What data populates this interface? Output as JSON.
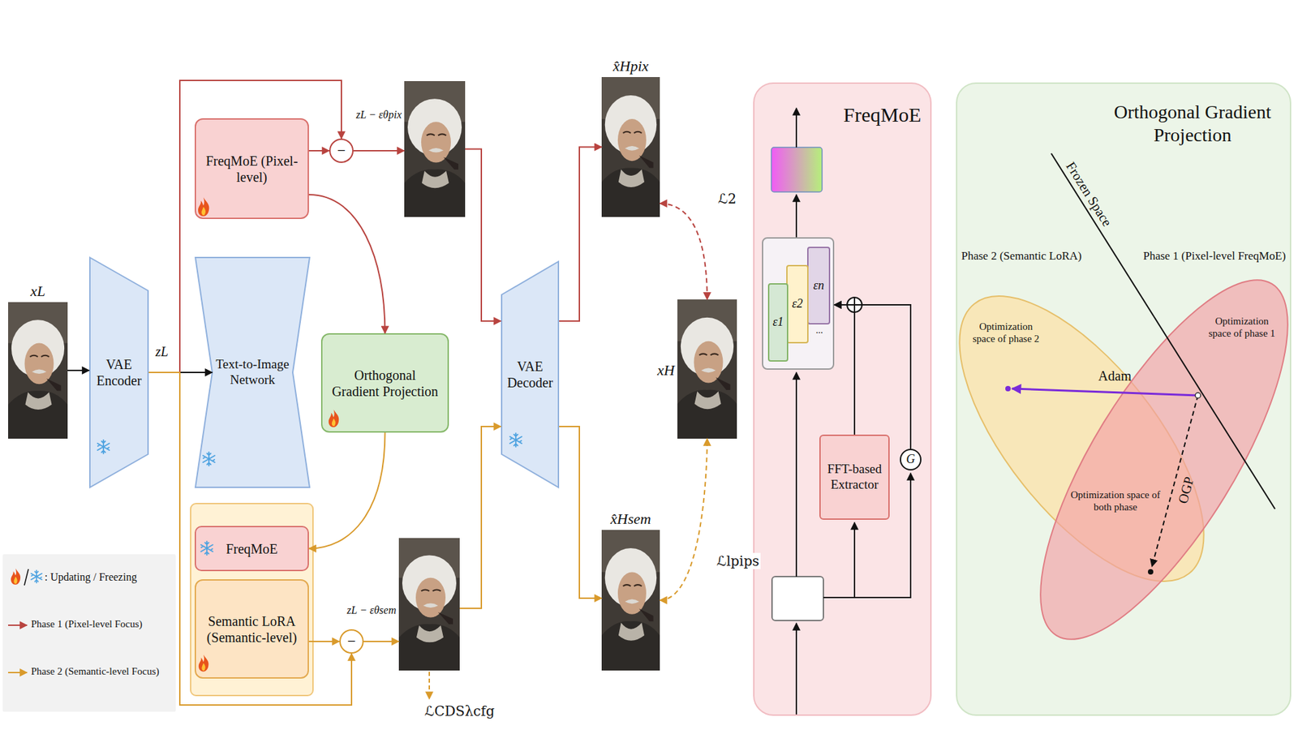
{
  "diagram": {
    "nodes": [
      {
        "text": [
          "xL"
        ]
      },
      {
        "text": [
          "VAE Encoder"
        ]
      },
      {
        "text": [
          "FreqMoE (Pixel-level)"
        ]
      },
      {
        "text": [
          "−"
        ]
      },
      {
        "text": [
          "zL − εθpix"
        ]
      },
      {
        "text": [
          "Text-to-Image Network"
        ]
      },
      {
        "text": [
          "Orthogonal Gradient Projection"
        ]
      },
      {
        "text": [
          "FreqMoE"
        ]
      },
      {
        "text": [
          "Semantic LoRA (Semantic-level)"
        ]
      },
      {
        "text": [
          "−"
        ]
      },
      {
        "text": [
          "zL − εθsem"
        ]
      },
      {
        "text": [
          "VAE Decoder"
        ]
      },
      {
        "text": [
          "x̂Hpix"
        ]
      },
      {
        "text": [
          "xH"
        ]
      },
      {
        "text": [
          "x̂Hsem"
        ]
      },
      {
        "text": [
          "FreqMoE"
        ]
      },
      {
        "text": [
          "..."
        ],
        "in": 15
      },
      {
        "text": [
          "ε1"
        ],
        "in": 16
      },
      {
        "text": [
          "ε2"
        ],
        "in": 16
      },
      {
        "text": [
          "εn"
        ],
        "in": 16
      },
      {
        "text": [
          "FFT-based Extractor"
        ],
        "in": 15
      },
      {
        "text": [
          "G"
        ],
        "in": 15
      },
      {
        "text": [
          "Orthogonal Gradient Projection"
        ]
      },
      {
        "text": [
          "Optimization space of phase 2"
        ],
        "in": 22
      },
      {
        "text": [
          "Optimization space of phase 1"
        ],
        "in": 22
      }
    ],
    "edges": [
      {
        "from": 0,
        "to": 1,
        "arrow": "to"
      },
      {
        "from": 1,
        "to": 5,
        "arrow": "to",
        "label": "zL"
      },
      {
        "from": 1,
        "to": 3,
        "arrow": "to"
      },
      {
        "from": 2,
        "to": 3,
        "arrow": "to"
      },
      {
        "from": 3,
        "to": 4,
        "arrow": "to"
      },
      {
        "from": 2,
        "to": 6,
        "arrow": "to"
      },
      {
        "from": 4,
        "to": 11,
        "arrow": "to"
      },
      {
        "from": 6,
        "to": 7,
        "arrow": "to"
      },
      {
        "from": 8,
        "to": 9,
        "arrow": "to"
      },
      {
        "from": 1,
        "to": 9,
        "arrow": "to"
      },
      {
        "from": 9,
        "to": 10,
        "arrow": "to"
      },
      {
        "from": 10,
        "to": 11,
        "arrow": "to"
      },
      {
        "from": 11,
        "to": 12,
        "arrow": "to"
      },
      {
        "from": 11,
        "to": 14,
        "arrow": "to"
      },
      {
        "from": 12,
        "to": 13,
        "arrow": "both",
        "label": "ℒ2"
      },
      {
        "from": 14,
        "to": 13,
        "arrow": "both",
        "label": "ℒlpips"
      },
      {
        "from": 20,
        "to": 16,
        "arrow": "to"
      },
      {
        "from": 21,
        "to": 16,
        "arrow": "to"
      }
    ],
    "labels": [
      "ℒCDSλcfg",
      "Frozen Space",
      "Phase 2 (Semantic LoRA)",
      "Phase 1 (Pixel-level FreqMoE)",
      "Optimization space of both phase",
      "Adam",
      "OGP"
    ],
    "legend": [
      {
        "text": ": Updating / Freezing"
      },
      {
        "text": "Phase 1 (Pixel-level Focus)"
      },
      {
        "text": "Phase 2 (Semantic-level Focus)"
      }
    ]
  }
}
